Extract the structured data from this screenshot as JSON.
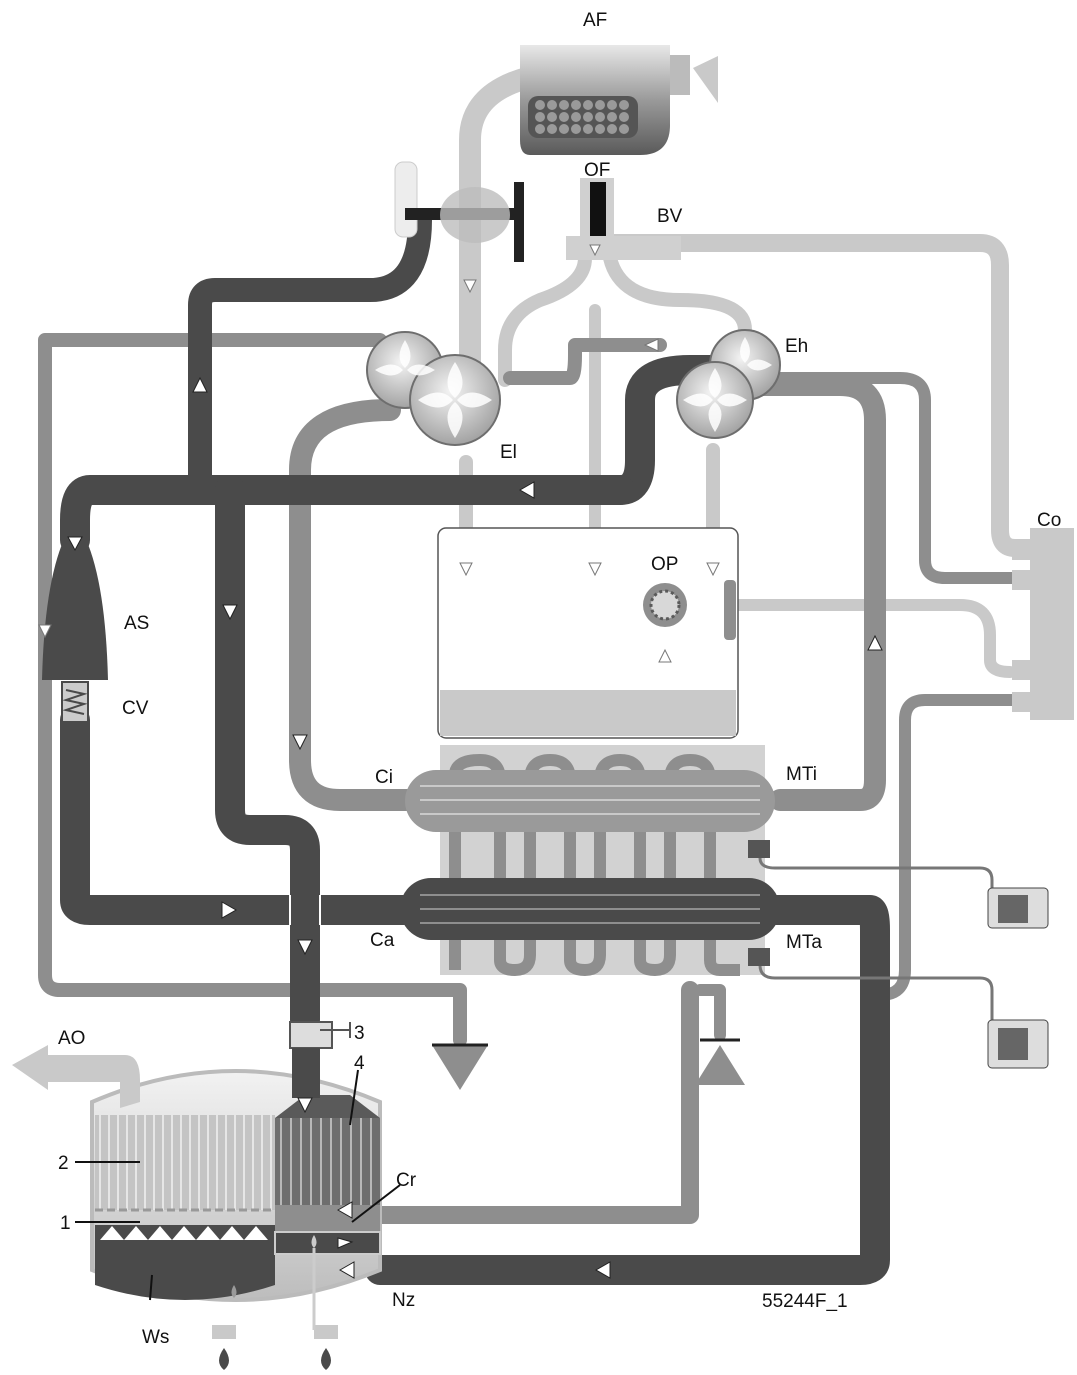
{
  "labels": {
    "af": "AF",
    "of": "OF",
    "bv": "BV",
    "eh": "Eh",
    "el": "El",
    "co": "Co",
    "op": "OP",
    "as": "AS",
    "cv": "CV",
    "ci": "Ci",
    "mti": "MTi",
    "ca": "Ca",
    "mta": "MTa",
    "ao": "AO",
    "n3": "3",
    "n4": "4",
    "n2": "2",
    "n1": "1",
    "cr": "Cr",
    "nz": "Nz",
    "ws": "Ws",
    "code": "55244F_1"
  },
  "colors": {
    "dark_pipe": "#4a4a4a",
    "mid_pipe": "#8e8e8e",
    "light_pipe": "#c9c9c9",
    "outline": "#333333"
  }
}
